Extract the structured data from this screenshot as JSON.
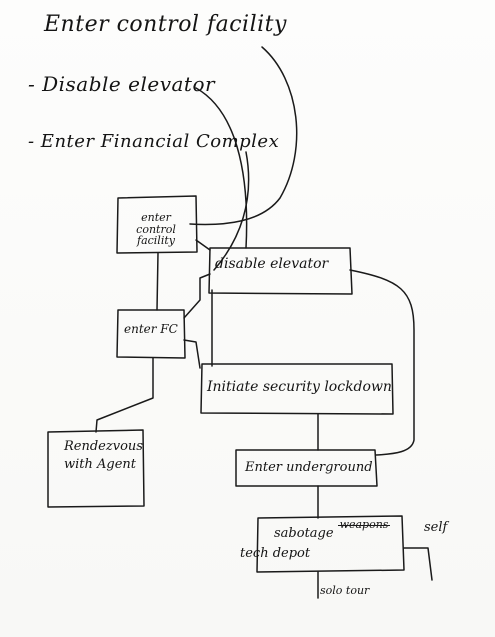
{
  "notes": {
    "title": "Enter control facility",
    "list_item_1": "- Disable elevator",
    "list_item_2_prefix": "- Enter",
    "list_item_2_strike": "",
    "list_item_2_suffix": " Financial Complex"
  },
  "nodes": {
    "enter_control_facility": "enter control facility",
    "disable_elevator": "disable elevator",
    "enter_fc": "enter FC",
    "initiate_security_lockdown": "Initiate security lockdown",
    "rendezvous_with_agent": "Rendezvous with Agent",
    "enter_underground": "Enter underground",
    "sabotage_prefix": "sabotage",
    "sabotage_strike": "weapons",
    "sabotage_suffix": "tech depot",
    "solo_tour": "solo tour",
    "self": "self"
  },
  "colors": {
    "ink": "#1a1a1a",
    "paper": "#fbfbf9"
  }
}
